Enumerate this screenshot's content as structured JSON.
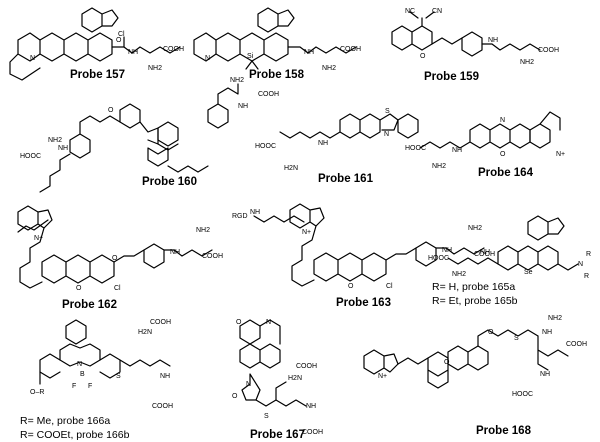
{
  "labels": {
    "p157": "Probe 157",
    "p158": "Probe 158",
    "p159": "Probe 159",
    "p160": "Probe 160",
    "p161": "Probe 161",
    "p164": "Probe 164",
    "p162": "Probe 162",
    "p163": "Probe 163",
    "p165a": "R= H, probe 165a",
    "p165b": "R= Et, probe 165b",
    "p166a": "R= Me, probe 166a",
    "p166b": "R= COOEt, probe 166b",
    "p167": "Probe 167",
    "p168": "Probe 168"
  },
  "atoms": {
    "cooh": "COOH",
    "hooc": "HOOC",
    "nh2": "NH2",
    "h2n": "H2N",
    "nh": "NH",
    "n": "N",
    "nplus": "N+",
    "o": "O",
    "s": "S",
    "si": "Si",
    "se": "Se",
    "cl": "Cl",
    "nc": "NC",
    "cn": "CN",
    "rgd": "RGD",
    "r": "R",
    "f": "F",
    "b": "B",
    "h": "H",
    "o_r": "O–R"
  }
}
